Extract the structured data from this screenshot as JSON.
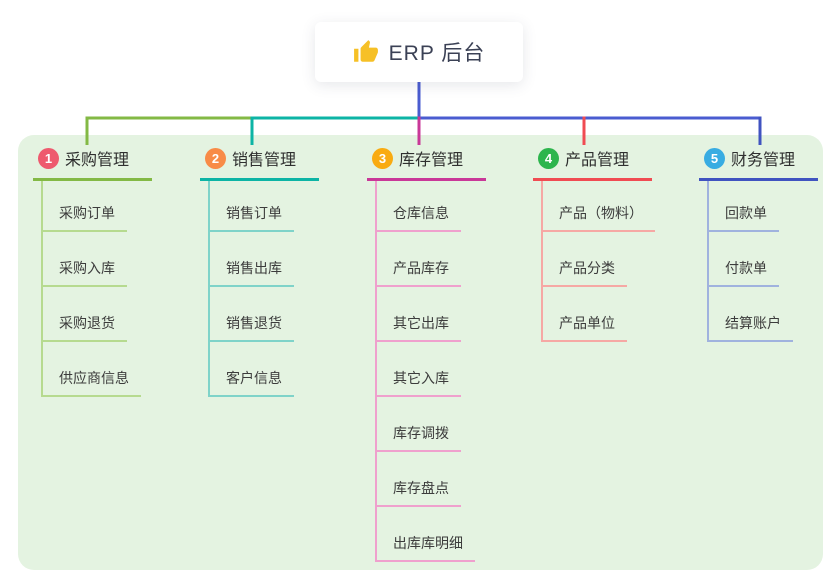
{
  "root": {
    "label": "ERP 后台",
    "icon": "thumbs-up-icon",
    "connector_color": "#4a5cd0"
  },
  "branches": [
    {
      "num": "1",
      "label": "采购管理",
      "badge_color": "#ee5a6e",
      "line_color": "#83b945",
      "child_line_color": "#b6da8f",
      "children": [
        "采购订单",
        "采购入库",
        "采购退货",
        "供应商信息"
      ]
    },
    {
      "num": "2",
      "label": "销售管理",
      "badge_color": "#f88b47",
      "line_color": "#0db4a5",
      "child_line_color": "#7fd3c9",
      "children": [
        "销售订单",
        "销售出库",
        "销售退货",
        "客户信息"
      ]
    },
    {
      "num": "3",
      "label": "库存管理",
      "badge_color": "#f9ab11",
      "line_color": "#c93898",
      "child_line_color": "#efa0cd",
      "children": [
        "仓库信息",
        "产品库存",
        "其它出库",
        "其它入库",
        "库存调拨",
        "库存盘点",
        "出库库明细"
      ]
    },
    {
      "num": "4",
      "label": "产品管理",
      "badge_color": "#2db54d",
      "line_color": "#f04b52",
      "child_line_color": "#f6a8a4",
      "children": [
        "产品（物料）",
        "产品分类",
        "产品单位"
      ]
    },
    {
      "num": "5",
      "label": "财务管理",
      "badge_color": "#38ace2",
      "line_color": "#4053c0",
      "child_line_color": "#a0b2de",
      "children": [
        "回款单",
        "付款单",
        "结算账户"
      ]
    }
  ],
  "colors": {
    "background_panel": "#e4f3e1",
    "page_background": "#ffffff",
    "root_text": "#3b4155",
    "thumb_icon": "#f6c026"
  }
}
